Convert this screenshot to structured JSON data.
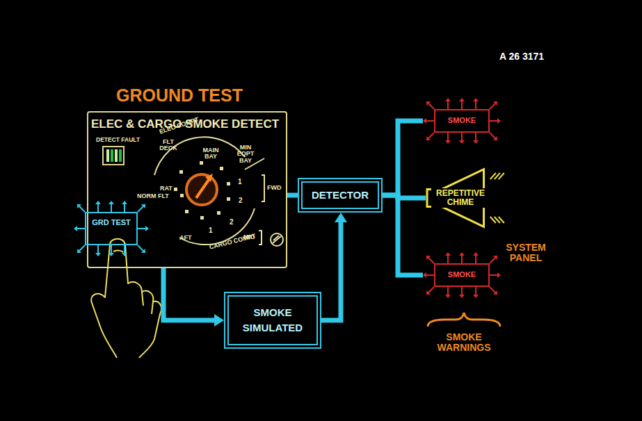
{
  "diagram": {
    "title": "GROUND TEST",
    "nodes": [
      {
        "text": [
          "ELEC & CARGO SMOKE DETECT"
        ]
      },
      {
        "text": [
          "DETECT FAULT"
        ],
        "in": 0
      },
      {
        "text": [
          "GRD TEST"
        ]
      },
      {
        "text": [
          "DETECTOR"
        ]
      },
      {
        "text": [
          "SMOKE SIMULATED"
        ]
      },
      {
        "text": [
          "SMOKE"
        ]
      },
      {
        "text": [
          "REPETITIVE CHIME"
        ]
      },
      {
        "text": [
          "SMOKE"
        ]
      }
    ],
    "edges": [
      {
        "from": 0,
        "to": 3,
        "arrow": "none"
      },
      {
        "from": 0,
        "to": 4,
        "arrow": "to"
      },
      {
        "from": 4,
        "to": 3,
        "arrow": "to"
      },
      {
        "from": 3,
        "to": 5,
        "arrow": "none"
      },
      {
        "from": 3,
        "to": 6,
        "arrow": "none"
      },
      {
        "from": 3,
        "to": 7,
        "arrow": "none"
      }
    ],
    "labels": [
      "A 26 3171",
      "ELEC COMPT",
      "FLT DECK",
      "MAIN BAY",
      "MIN EQPT BAY",
      "RAT",
      "NORM FLT",
      "1",
      "FWD",
      "2",
      "AFT",
      "1",
      "2",
      "MID",
      "CARGO COMPT",
      "SYSTEM PANEL",
      "SMOKE WARNINGS"
    ]
  }
}
